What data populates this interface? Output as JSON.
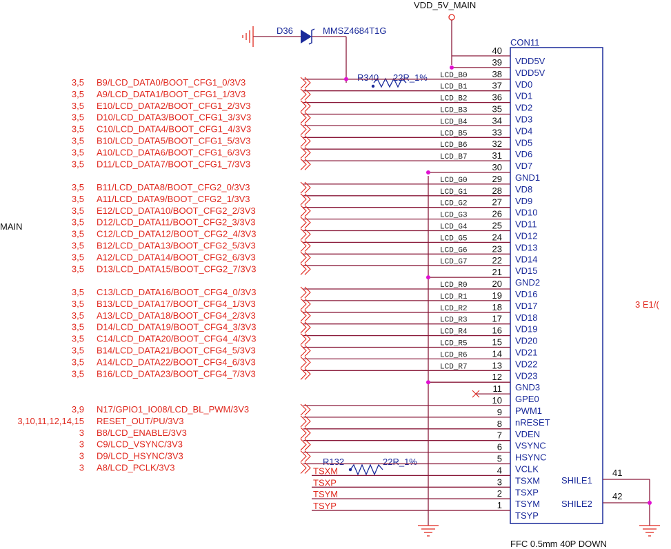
{
  "power": {
    "vdd_label": "VDD_5V_MAIN",
    "left_cut": "MAIN",
    "right_cut": "3   E1/("
  },
  "diode": {
    "ref": "D36",
    "part": "MMSZ4684T1G"
  },
  "connector": {
    "ref": "CON11",
    "footprint": "FFC  0.5mm  40P  DOWN"
  },
  "r340": {
    "ref": "R340",
    "value": "22R_1%"
  },
  "r132": {
    "ref": "R132",
    "value": "22R_1%"
  },
  "colors": {
    "red": "#e0281e",
    "blue": "#1a2a9a",
    "wire": "#8a1a3a",
    "black": "#111111",
    "magenta": "#e010d0"
  },
  "icons": {
    "ground": "ground-symbol-icon",
    "offpage": "offpage-connector-icon",
    "noconnect": "no-connect-icon",
    "diode": "zener-diode-icon",
    "resistor": "resistor-icon"
  },
  "data_groups": [
    {
      "nets": [
        {
          "pages": "3,5",
          "name": "B9/LCD_DATA0/BOOT_CFG1_0/3V3"
        },
        {
          "pages": "3,5",
          "name": "A9/LCD_DATA1/BOOT_CFG1_1/3V3"
        },
        {
          "pages": "3,5",
          "name": "E10/LCD_DATA2/BOOT_CFG1_2/3V3"
        },
        {
          "pages": "3,5",
          "name": "D10/LCD_DATA3/BOOT_CFG1_3/3V3"
        },
        {
          "pages": "3,5",
          "name": "C10/LCD_DATA4/BOOT_CFG1_4/3V3"
        },
        {
          "pages": "3,5",
          "name": "B10/LCD_DATA5/BOOT_CFG1_5/3V3"
        },
        {
          "pages": "3,5",
          "name": "A10/LCD_DATA6/BOOT_CFG1_6/3V3"
        },
        {
          "pages": "3,5",
          "name": "D11/LCD_DATA7/BOOT_CFG1_7/3V3"
        }
      ]
    },
    {
      "nets": [
        {
          "pages": "3,5",
          "name": "B11/LCD_DATA8/BOOT_CFG2_0/3V3"
        },
        {
          "pages": "3,5",
          "name": "A11/LCD_DATA9/BOOT_CFG2_1/3V3"
        },
        {
          "pages": "3,5",
          "name": "E12/LCD_DATA10/BOOT_CFG2_2/3V3"
        },
        {
          "pages": "3,5",
          "name": "D12/LCD_DATA11/BOOT_CFG2_3/3V3"
        },
        {
          "pages": "3,5",
          "name": "C12/LCD_DATA12/BOOT_CFG2_4/3V3"
        },
        {
          "pages": "3,5",
          "name": "B12/LCD_DATA13/BOOT_CFG2_5/3V3"
        },
        {
          "pages": "3,5",
          "name": "A12/LCD_DATA14/BOOT_CFG2_6/3V3"
        },
        {
          "pages": "3,5",
          "name": "D13/LCD_DATA15/BOOT_CFG2_7/3V3"
        }
      ]
    },
    {
      "nets": [
        {
          "pages": "3,5",
          "name": "C13/LCD_DATA16/BOOT_CFG4_0/3V3"
        },
        {
          "pages": "3,5",
          "name": "B13/LCD_DATA17/BOOT_CFG4_1/3V3"
        },
        {
          "pages": "3,5",
          "name": "A13/LCD_DATA18/BOOT_CFG4_2/3V3"
        },
        {
          "pages": "3,5",
          "name": "D14/LCD_DATA19/BOOT_CFG4_3/3V3"
        },
        {
          "pages": "3,5",
          "name": "C14/LCD_DATA20/BOOT_CFG4_4/3V3"
        },
        {
          "pages": "3,5",
          "name": "B14/LCD_DATA21/BOOT_CFG4_5/3V3"
        },
        {
          "pages": "3,5",
          "name": "A14/LCD_DATA22/BOOT_CFG4_6/3V3"
        },
        {
          "pages": "3,5",
          "name": "B16/LCD_DATA23/BOOT_CFG4_7/3V3"
        }
      ]
    },
    {
      "nets": [
        {
          "pages": "3,9",
          "name": "N17/GPIO1_IO08/LCD_BL_PWM/3V3"
        },
        {
          "pages": "3,10,11,12,14,15",
          "name": "RESET_OUT/PU/3V3"
        },
        {
          "pages": "3",
          "name": "B8/LCD_ENABLE/3V3"
        },
        {
          "pages": "3",
          "name": "C9/LCD_VSYNC/3V3"
        },
        {
          "pages": "3",
          "name": "D9/LCD_HSYNC/3V3"
        },
        {
          "pages": "3",
          "name": "A8/LCD_PCLK/3V3"
        }
      ]
    }
  ],
  "touch_nets": [
    "TSXM",
    "TSXP",
    "TSYM",
    "TSYP"
  ],
  "pins": [
    {
      "num": "40",
      "name": "VDD5V",
      "net": ""
    },
    {
      "num": "39",
      "name": "VDD5V",
      "net": ""
    },
    {
      "num": "38",
      "name": "VD0",
      "net": "LCD_B0"
    },
    {
      "num": "37",
      "name": "VD1",
      "net": "LCD_B1"
    },
    {
      "num": "36",
      "name": "VD2",
      "net": "LCD_B2"
    },
    {
      "num": "35",
      "name": "VD3",
      "net": "LCD_B3"
    },
    {
      "num": "34",
      "name": "VD4",
      "net": "LCD_B4"
    },
    {
      "num": "33",
      "name": "VD5",
      "net": "LCD_B5"
    },
    {
      "num": "32",
      "name": "VD6",
      "net": "LCD_B6"
    },
    {
      "num": "31",
      "name": "VD7",
      "net": "LCD_B7"
    },
    {
      "num": "30",
      "name": "GND1",
      "net": ""
    },
    {
      "num": "29",
      "name": "VD8",
      "net": "LCD_G0"
    },
    {
      "num": "28",
      "name": "VD9",
      "net": "LCD_G1"
    },
    {
      "num": "27",
      "name": "VD10",
      "net": "LCD_G2"
    },
    {
      "num": "26",
      "name": "VD11",
      "net": "LCD_G3"
    },
    {
      "num": "25",
      "name": "VD12",
      "net": "LCD_G4"
    },
    {
      "num": "24",
      "name": "VD13",
      "net": "LCD_G5"
    },
    {
      "num": "23",
      "name": "VD14",
      "net": "LCD_G6"
    },
    {
      "num": "22",
      "name": "VD15",
      "net": "LCD_G7"
    },
    {
      "num": "21",
      "name": "GND2",
      "net": ""
    },
    {
      "num": "20",
      "name": "VD16",
      "net": "LCD_R0"
    },
    {
      "num": "19",
      "name": "VD17",
      "net": "LCD_R1"
    },
    {
      "num": "18",
      "name": "VD18",
      "net": "LCD_R2"
    },
    {
      "num": "17",
      "name": "VD19",
      "net": "LCD_R3"
    },
    {
      "num": "16",
      "name": "VD20",
      "net": "LCD_R4"
    },
    {
      "num": "15",
      "name": "VD21",
      "net": "LCD_R5"
    },
    {
      "num": "14",
      "name": "VD22",
      "net": "LCD_R6"
    },
    {
      "num": "13",
      "name": "VD23",
      "net": "LCD_R7"
    },
    {
      "num": "12",
      "name": "GND3",
      "net": ""
    },
    {
      "num": "11",
      "name": "GPE0",
      "net": ""
    },
    {
      "num": "10",
      "name": "PWM1",
      "net": ""
    },
    {
      "num": "9",
      "name": "nRESET",
      "net": ""
    },
    {
      "num": "8",
      "name": "VDEN",
      "net": ""
    },
    {
      "num": "7",
      "name": "VSYNC",
      "net": ""
    },
    {
      "num": "6",
      "name": "HSYNC",
      "net": ""
    },
    {
      "num": "5",
      "name": "VCLK",
      "net": ""
    },
    {
      "num": "4",
      "name": "TSXM",
      "net": ""
    },
    {
      "num": "3",
      "name": "TSXP",
      "net": ""
    },
    {
      "num": "2",
      "name": "TSYM",
      "net": ""
    },
    {
      "num": "1",
      "name": "TSYP",
      "net": ""
    }
  ],
  "shield_pins": [
    {
      "num": "41",
      "name": "SHILE1"
    },
    {
      "num": "42",
      "name": "SHILE2"
    }
  ]
}
